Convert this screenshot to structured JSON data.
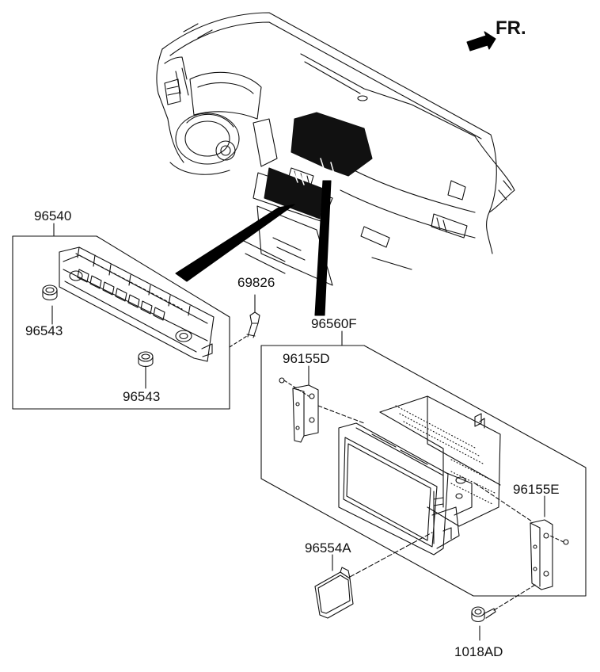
{
  "direction_label": "FR.",
  "parts": {
    "control_panel": "96540",
    "knob_left": "96543",
    "knob_right": "96543",
    "screw": "69826",
    "head_unit": "96560F",
    "bracket_left": "96155D",
    "bracket_right": "96155E",
    "sd_card": "96554A",
    "bolt": "1018AD"
  },
  "colors": {
    "line": "#111111",
    "fill": "#000000",
    "background": "#ffffff"
  }
}
